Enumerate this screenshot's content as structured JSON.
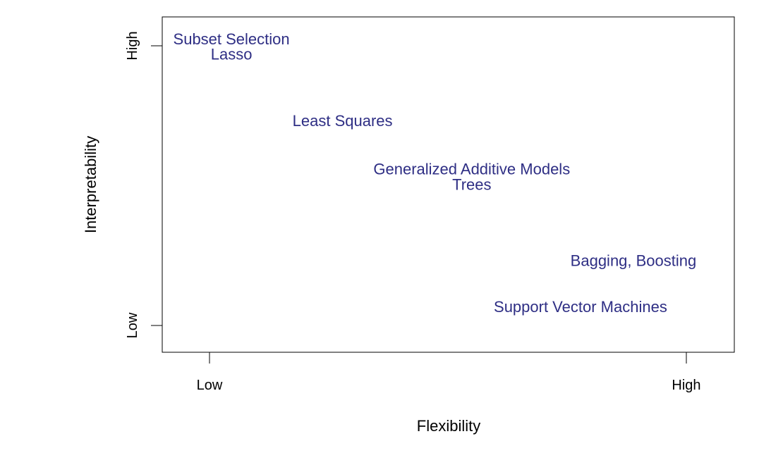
{
  "chart_data": {
    "type": "scatter",
    "xlabel": "Flexibility",
    "ylabel": "Interpretability",
    "xlim": [
      0,
      1
    ],
    "ylim": [
      0,
      1
    ],
    "x_ticks": [
      {
        "value": 0,
        "label": "Low"
      },
      {
        "value": 1,
        "label": "High"
      }
    ],
    "y_ticks": [
      {
        "value": 0,
        "label": "Low"
      },
      {
        "value": 1,
        "label": "High"
      }
    ],
    "grid": false,
    "label_color": "#2e2e84",
    "points": [
      {
        "label": "Subset Selection",
        "x": 0.046,
        "y": 1.02
      },
      {
        "label": "Lasso",
        "x": 0.046,
        "y": 0.965
      },
      {
        "label": "Least Squares",
        "x": 0.279,
        "y": 0.728
      },
      {
        "label": "Generalized Additive Models",
        "x": 0.55,
        "y": 0.555
      },
      {
        "label": "Trees",
        "x": 0.55,
        "y": 0.5
      },
      {
        "label": "Bagging, Boosting",
        "x": 0.889,
        "y": 0.228
      },
      {
        "label": "Support Vector Machines",
        "x": 0.778,
        "y": 0.062
      }
    ]
  }
}
